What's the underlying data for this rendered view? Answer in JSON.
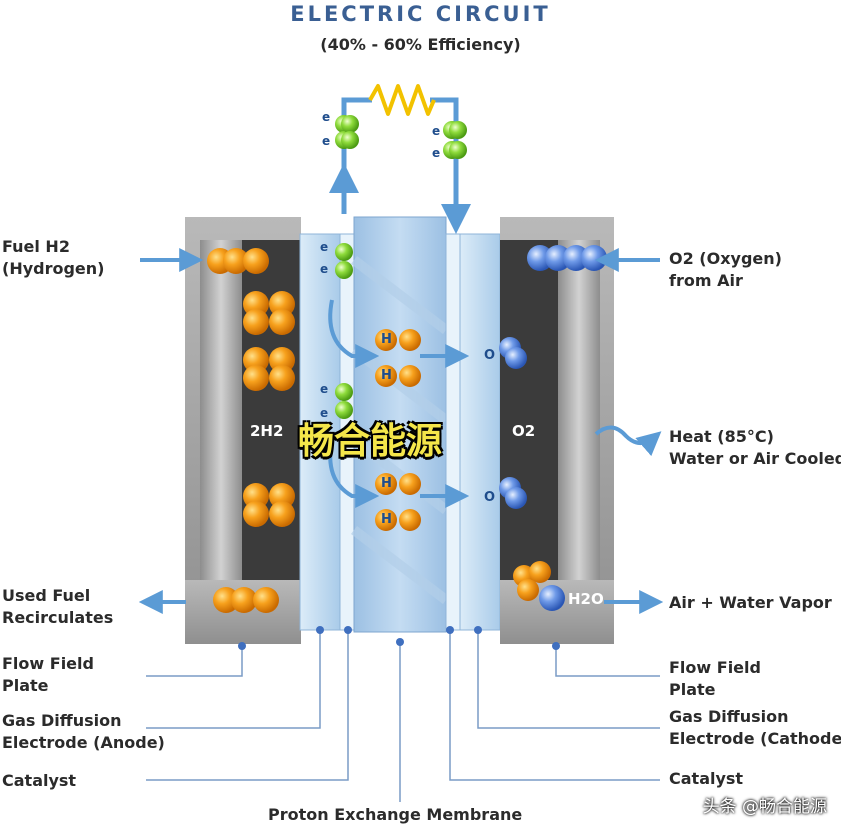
{
  "header": {
    "title": "ELECTRIC CIRCUIT",
    "subtitle": "(40% - 60% Efficiency)"
  },
  "left_labels": {
    "fuel_in": [
      "Fuel H2",
      "(Hydrogen)"
    ],
    "used_fuel": [
      "Used Fuel",
      "Recirculates"
    ],
    "flow_field": [
      "Flow Field",
      "Plate"
    ],
    "gas_diffusion": [
      "Gas Diffusion",
      "Electrode (Anode)"
    ],
    "catalyst": "Catalyst"
  },
  "right_labels": {
    "oxygen_in": [
      "O2 (Oxygen)",
      "from Air"
    ],
    "heat": [
      "Heat (85°C)",
      "Water or Air Cooled"
    ],
    "exhaust": "Air + Water Vapor",
    "flow_field": [
      "Flow Field",
      "Plate"
    ],
    "gas_diffusion": [
      "Gas Diffusion",
      "Electrode (Cathode)"
    ],
    "catalyst": "Catalyst"
  },
  "bottom_label": "Proton Exchange Membrane",
  "inner": {
    "anode": "2H2",
    "cathode": "O2",
    "water": "H2O",
    "electron": "e",
    "proton": "H",
    "oxygen_atom": "O"
  },
  "overlay_text": "畅合能源",
  "watermark": "头条 @畅合能源",
  "colors": {
    "hydrogen": "#f59a1c",
    "oxygen": "#4d7fd6",
    "electron": "#7fd13b",
    "arrow": "#5b9bd5",
    "resistor": "#f2c200",
    "title": "#3a5f93"
  }
}
